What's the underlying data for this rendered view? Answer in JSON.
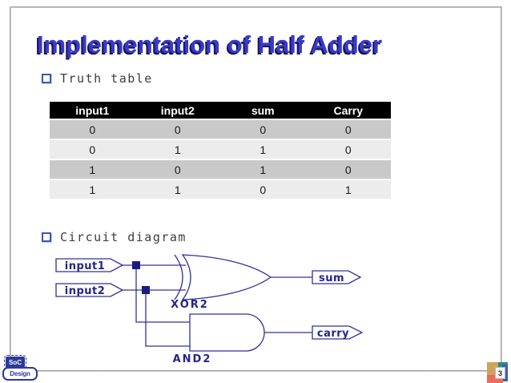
{
  "title": {
    "text": "Implementation of Half Adder"
  },
  "bullets": {
    "truth_table": "Truth table",
    "circuit_diagram": "Circuit diagram"
  },
  "truth_table": {
    "columns": [
      "input1",
      "input2",
      "sum",
      "Carry"
    ],
    "rows": [
      [
        "0",
        "0",
        "0",
        "0"
      ],
      [
        "0",
        "1",
        "1",
        "0"
      ],
      [
        "1",
        "0",
        "1",
        "0"
      ],
      [
        "1",
        "1",
        "0",
        "1"
      ]
    ]
  },
  "circuit": {
    "input_labels": [
      "input1",
      "input2"
    ],
    "output_labels": [
      "sum",
      "carry"
    ],
    "gate_labels": [
      "XOR2",
      "AND2"
    ]
  },
  "footer": {
    "page_number": "3",
    "logo_line1": "SoC",
    "logo_line2": "Design"
  },
  "colors": {
    "title_blue": "#3939cb",
    "title_shadow": "#15154d",
    "circuit_navy": "#30309a",
    "table_header_bg": "#000000",
    "row_dark": "#c9c9c9",
    "row_light": "#ececec",
    "badge_tan": "#cfa35a",
    "badge_teal": "#2e8b85",
    "badge_blue": "#3c5fa8",
    "badge_red": "#ee6a5e"
  }
}
